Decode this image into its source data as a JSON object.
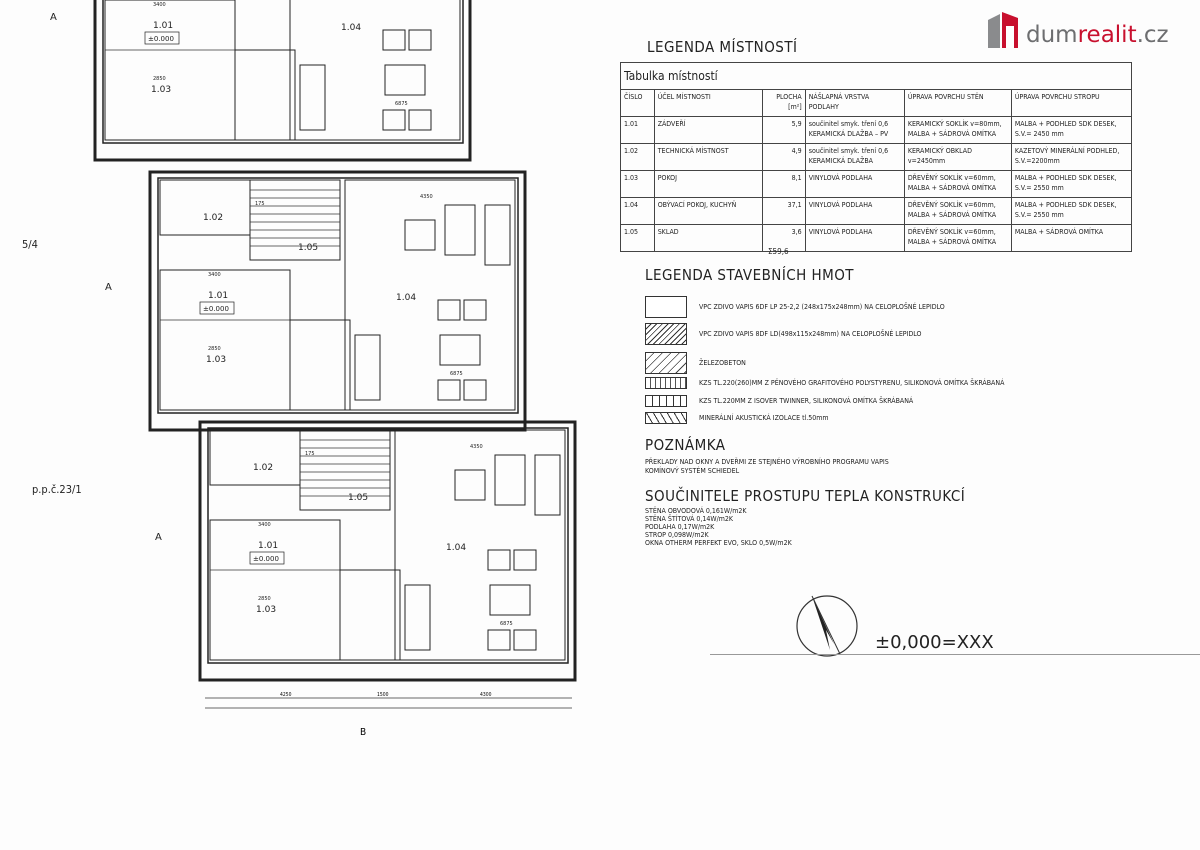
{
  "logo": {
    "part1": "dum",
    "part2": "realit",
    "part3": ".cz",
    "brand_red": "#c8102e",
    "brand_gray": "#6d6e70"
  },
  "legend_rooms": {
    "title": "LEGENDA MÍSTNOSTÍ",
    "table_caption": "Tabulka místností",
    "headers": [
      "ČÍSLO",
      "ÚČEL MÍSTNOSTI",
      "PLOCHA [m²]",
      "NÁŠLAPNÁ VRSTVA PODLAHY",
      "ÚPRAVA POVRCHU STĚN",
      "ÚPRAVA POVRCHU STROPU"
    ],
    "rows": [
      [
        "1.01",
        "ZÁDVEŘÍ",
        "5,9",
        "součinitel smyk. tření 0,6 KERAMICKÁ DLAŽBA – PV",
        "KERAMICKÝ SOKLÍK v=80mm, MALBA + SÁDROVÁ OMÍTKA",
        "MALBA + PODHLED SDK DESEK, S.V.= 2450 mm"
      ],
      [
        "1.02",
        "TECHNICKÁ MÍSTNOST",
        "4,9",
        "součinitel smyk. tření 0,6 KERAMICKÁ DLAŽBA",
        "KERAMICKÝ OBKLAD v=2450mm",
        "KAZETOVÝ MINERÁLNÍ PODHLED, S.V.=2200mm"
      ],
      [
        "1.03",
        "POKOJ",
        "8,1",
        "VINYLOVÁ PODLAHA",
        "DŘEVĚNÝ SOKLÍK v=60mm, MALBA + SÁDROVÁ OMÍTKA",
        "MALBA + PODHLED SDK DESEK, S.V.= 2550 mm"
      ],
      [
        "1.04",
        "OBÝVACÍ POKOJ, KUCHYŇ",
        "37,1",
        "VINYLOVÁ PODLAHA",
        "DŘEVĚNÝ SOKLÍK v=60mm, MALBA + SÁDROVÁ OMÍTKA",
        "MALBA + PODHLED SDK DESEK, S.V.= 2550 mm"
      ],
      [
        "1.05",
        "SKLAD",
        "3,6",
        "VINYLOVÁ PODLAHA",
        "DŘEVĚNÝ SOKLÍK v=60mm, MALBA + SÁDROVÁ OMÍTKA",
        "MALBA + SÁDROVÁ OMÍTKA"
      ]
    ],
    "total": "Σ59,6"
  },
  "legend_materials": {
    "title": "LEGENDA STAVEBNÍCH HMOT",
    "items": [
      {
        "pattern": "blank",
        "label": "VPC ZDIVO VAPIS 6DF LP 25-2,2 (248x175x248mm) NA CELOPLOŠNÉ LEPIDLO"
      },
      {
        "pattern": "hatch",
        "label": "VPC ZDIVO VAPIS 8DF LD(498x115x248mm) NA CELOPLOŠNÉ LEPIDLO"
      },
      {
        "pattern": "concrete",
        "label": "ŽELEZOBETON"
      },
      {
        "pattern": "eps",
        "label": "KZS TL.220(260)MM Z PĚNOVÉHO GRAFITOVÉHO POLYSTYRENU, SILIKONOVÁ OMÍTKA ŠKRÁBANÁ"
      },
      {
        "pattern": "wool",
        "label": "KZS TL.220MM Z ISOVER TWINNER, SILIKONOVÁ OMÍTKA ŠKRÁBANÁ"
      },
      {
        "pattern": "acoustic",
        "label": "MINERÁLNÍ AKUSTICKÁ IZOLACE tl.50mm"
      }
    ]
  },
  "note": {
    "title": "POZNÁMKA",
    "lines": [
      "PŘEKLADY NAD OKNY A DVEŘMI ZE STEJNÉHO VÝROBNÍHO PROGRAMU VAPIS",
      "KOMÍNOVÝ SYSTÉM SCHIEDEL"
    ]
  },
  "thermal": {
    "title": "SOUČINITELE PROSTUPU TEPLA KONSTRUKCÍ",
    "lines": [
      "STĚNA OBVODOVÁ  0,161W/m2K",
      "STĚNA ŠTÍTOVÁ  0,14W/m2K",
      "PODLAHA  0,17W/m2K",
      "STROP  0,098W/m2K",
      "OKNA  OTHERM PERFEKT EVO, SKLO 0,5W/m2K"
    ]
  },
  "level": "±0,000=XXX",
  "plan": {
    "parcel_left": "5/4",
    "parcel": "p.p.č.23/1",
    "rooms": [
      "1.01",
      "1.02",
      "1.03",
      "1.04",
      "1.05"
    ],
    "level_tag": "±0.000",
    "section_a": "A",
    "section_b": "B",
    "dims": {
      "d1": "4250",
      "d2": "1500",
      "d3": "4300",
      "d4": "3400",
      "d5": "2850",
      "d6": "6875",
      "d7": "4350",
      "d8": "175"
    }
  }
}
